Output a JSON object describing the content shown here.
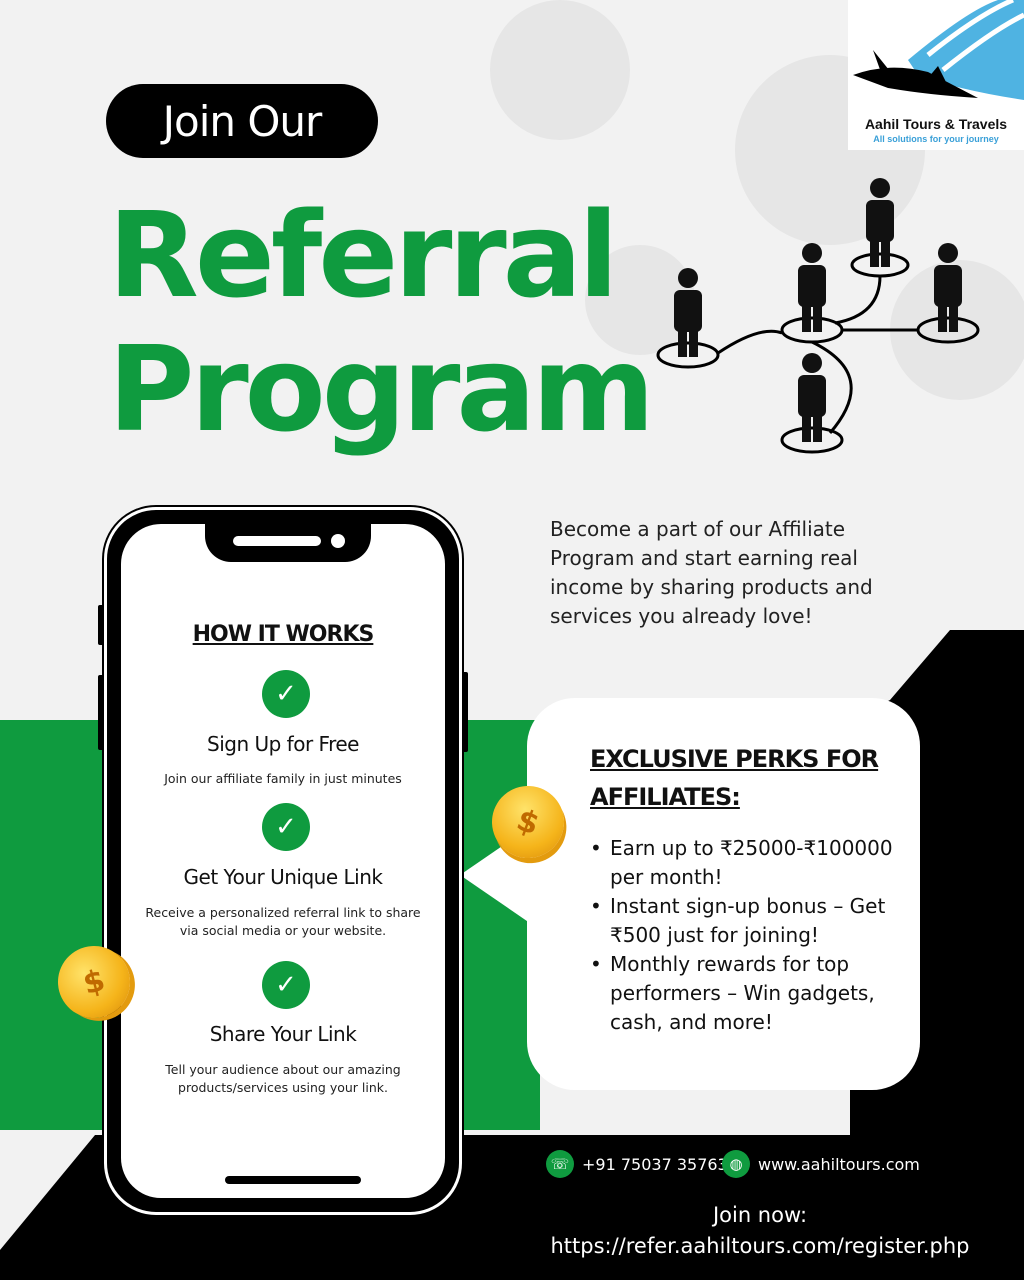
{
  "header": {
    "pill": "Join Our",
    "title_line1": "Referral",
    "title_line2": "Program"
  },
  "logo": {
    "name": "Aahil Tours & Travels",
    "tagline": "All solutions for your journey"
  },
  "intro": "Become a part of our Affiliate Program and start earning real income by sharing products and services you already love!",
  "how_it_works": {
    "heading": "HOW IT WORKS",
    "steps": [
      {
        "title": "Sign Up for Free",
        "desc": "Join our affiliate family in just minutes"
      },
      {
        "title": "Get Your Unique Link",
        "desc": "Receive a personalized referral link to share via social media or your website."
      },
      {
        "title": "Share Your Link",
        "desc": "Tell your audience about our amazing products/services using your link."
      }
    ],
    "check_glyph": "✓"
  },
  "perks": {
    "heading_line1": "EXCLUSIVE PERKS FOR",
    "heading_line2": "AFFILIATES:",
    "items": [
      "Earn up to ₹25000-₹100000 per month!",
      "Instant sign-up bonus – Get ₹500 just for joining!",
      "Monthly rewards for top performers – Win gadgets, cash, and more!"
    ]
  },
  "coin_glyph": "$",
  "contact": {
    "phone": "+91 75037 35763",
    "website": "www.aahiltours.com",
    "join_label": "Join now:",
    "join_url": "https://refer.aahiltours.com/register.php"
  },
  "colors": {
    "green": "#0f9b3f",
    "black": "#000000",
    "background": "#f2f2f2"
  }
}
